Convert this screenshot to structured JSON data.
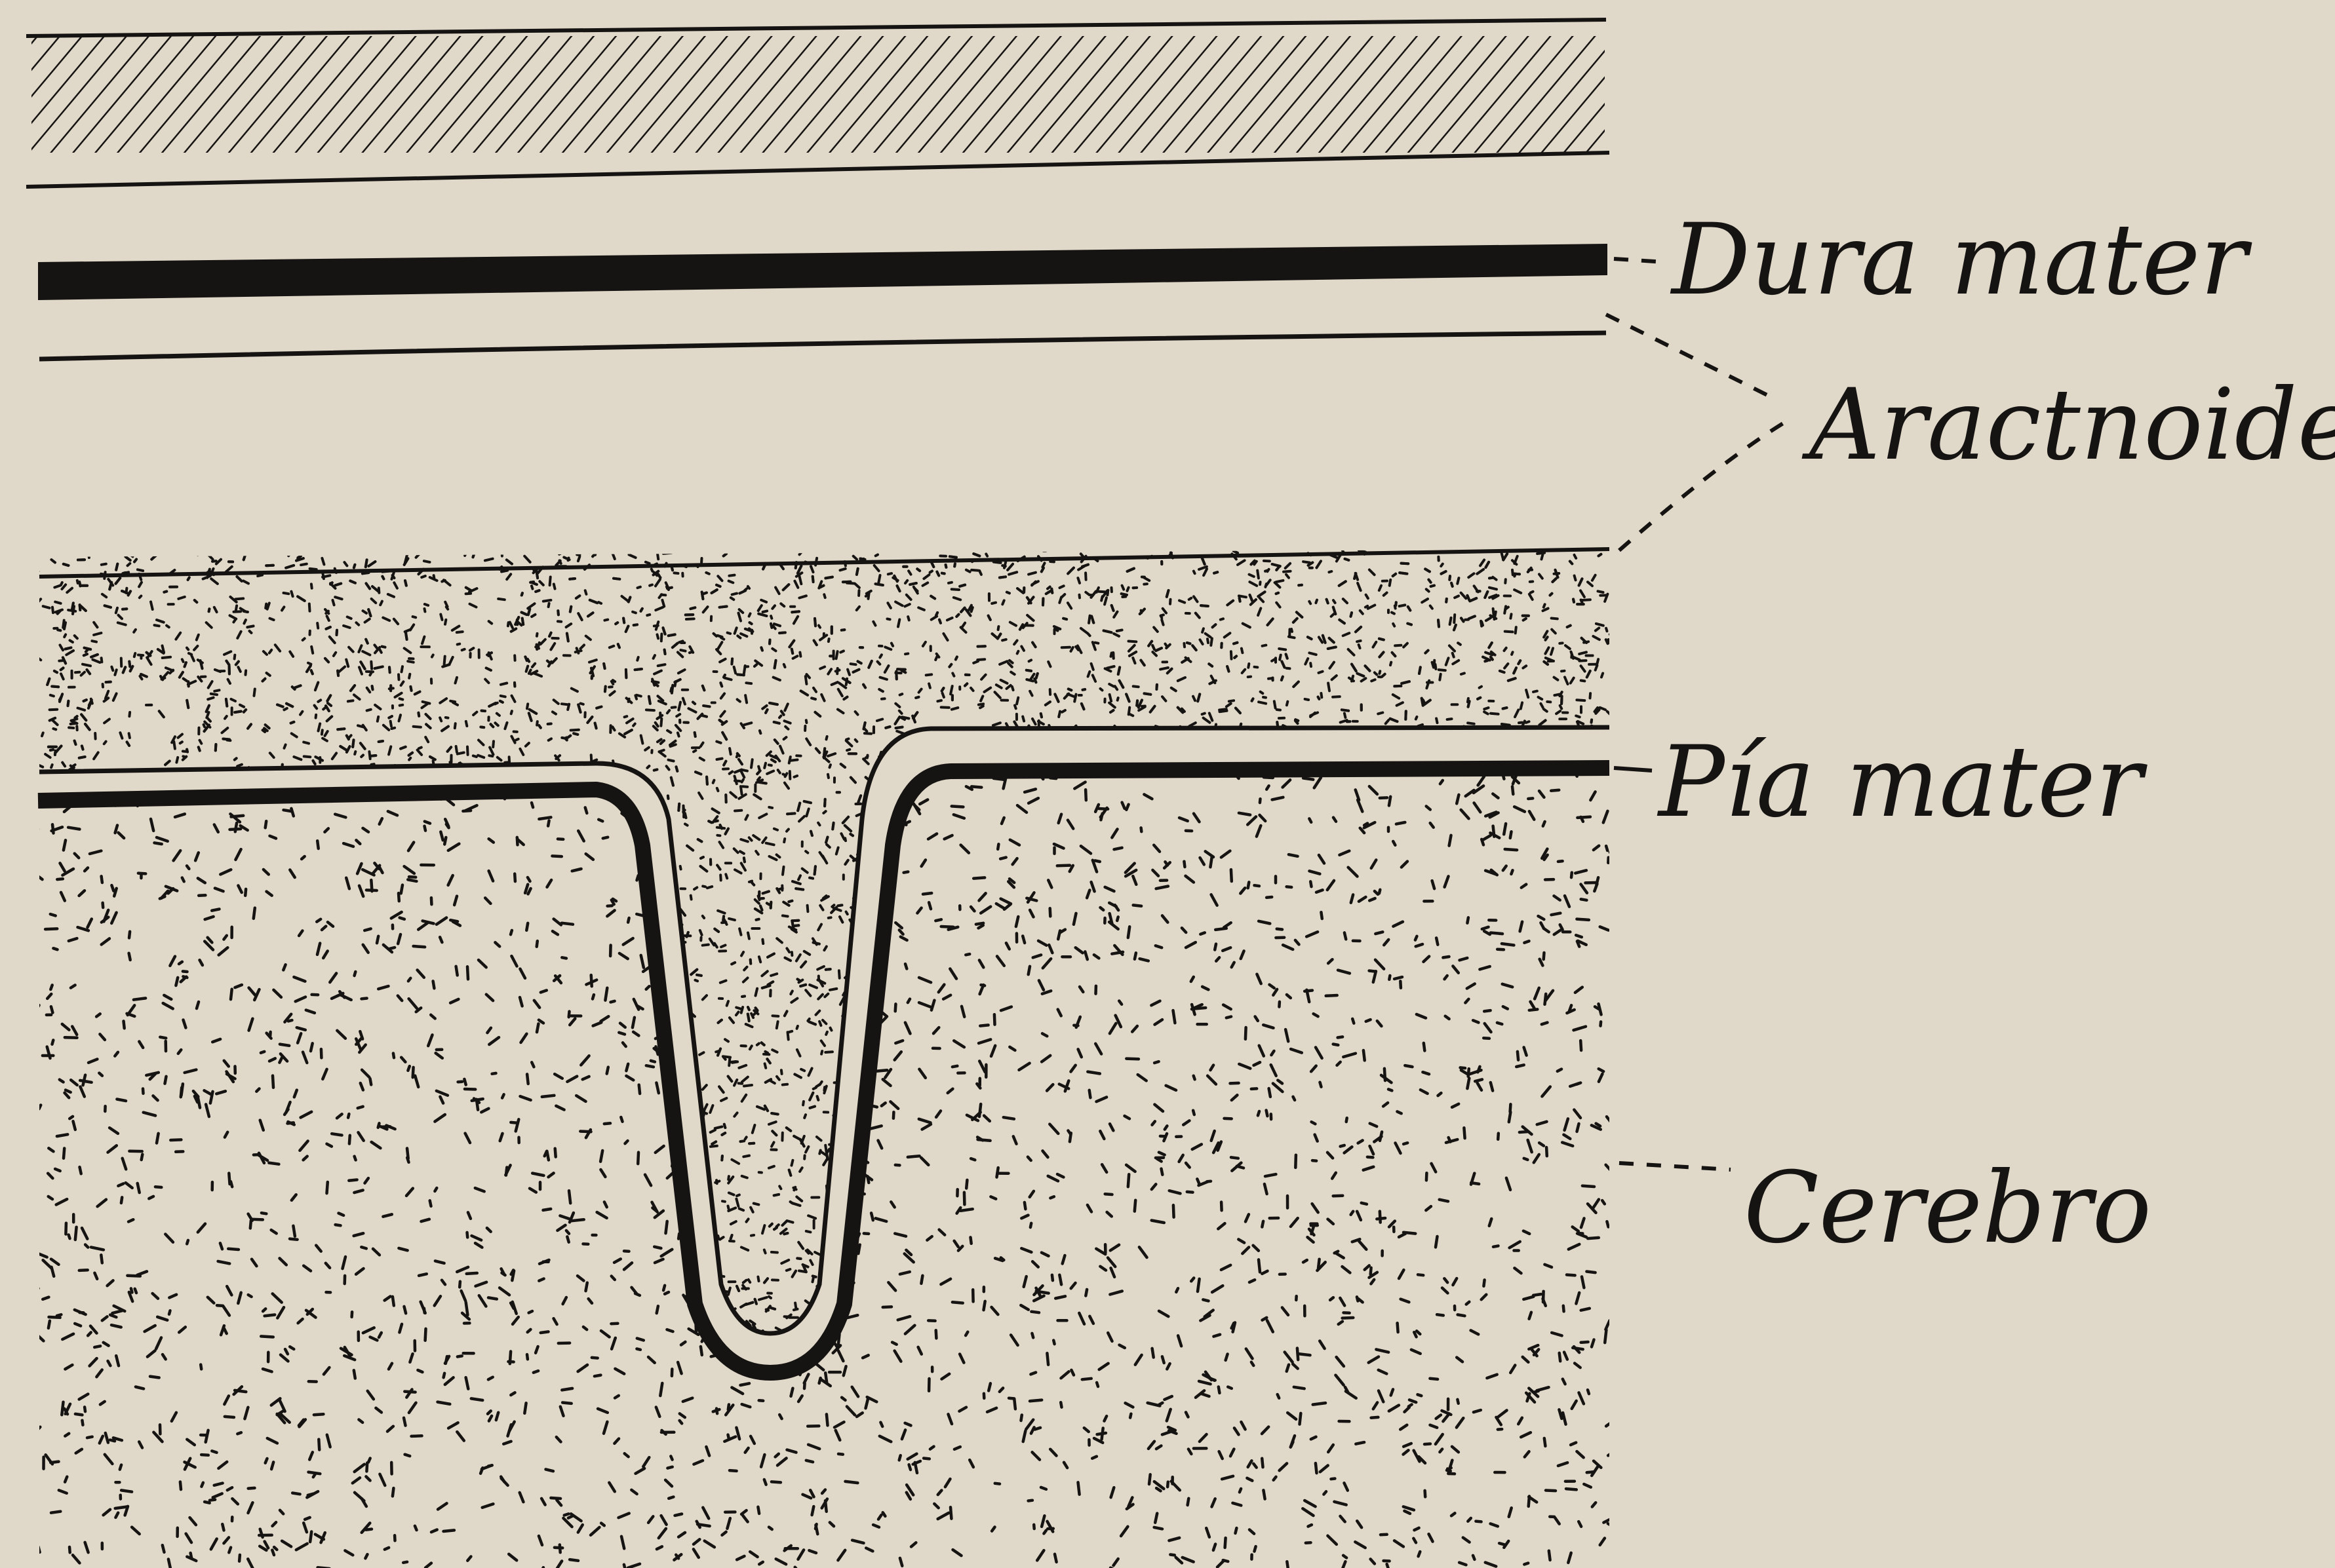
{
  "diagram": {
    "labels": {
      "dura_mater": "Dura mater",
      "arachnoidea": "Aractnoidea",
      "pia_mater": "Pía mater",
      "cerebro": "Cerebro"
    },
    "colors": {
      "paper": "#e0d8c8",
      "ink": "#161412"
    }
  }
}
